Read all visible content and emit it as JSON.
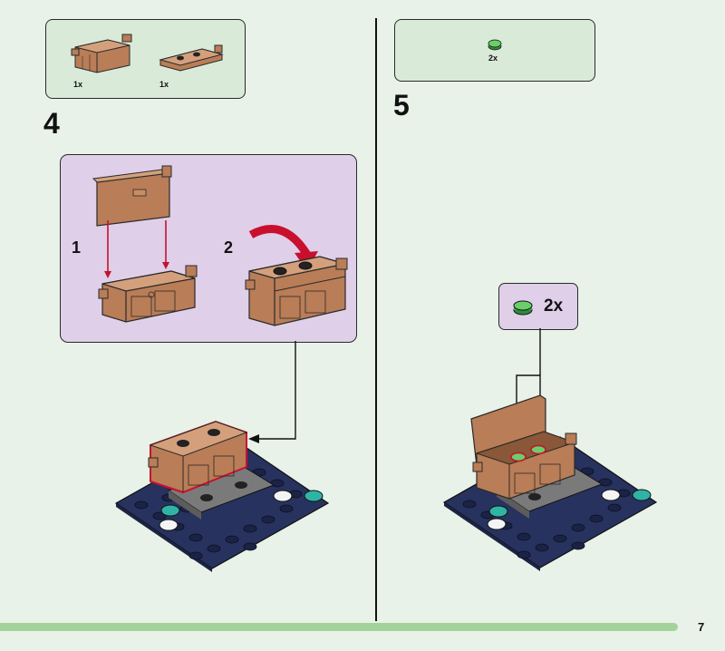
{
  "left_step": {
    "parts": [
      {
        "icon": "chest-base-icon",
        "qty": "1x"
      },
      {
        "icon": "chest-lid-icon",
        "qty": "1x"
      }
    ],
    "number": "4",
    "substeps": [
      {
        "number": "1"
      },
      {
        "number": "2"
      }
    ]
  },
  "right_step": {
    "parts": [
      {
        "icon": "green-round-plate-icon",
        "qty": "2x"
      }
    ],
    "number": "5",
    "callout": {
      "icon": "green-round-plate-icon",
      "qty": "2x"
    }
  },
  "page_number": "7",
  "colors": {
    "background": "#e8f2e8",
    "parts_box": "#d9ead9",
    "substep_box": "#dfcfe9",
    "chest_brown": "#b97d57",
    "baseplate_blue": "#27325e",
    "arrow_red": "#c8102e",
    "progress_green": "#a3d39b"
  }
}
